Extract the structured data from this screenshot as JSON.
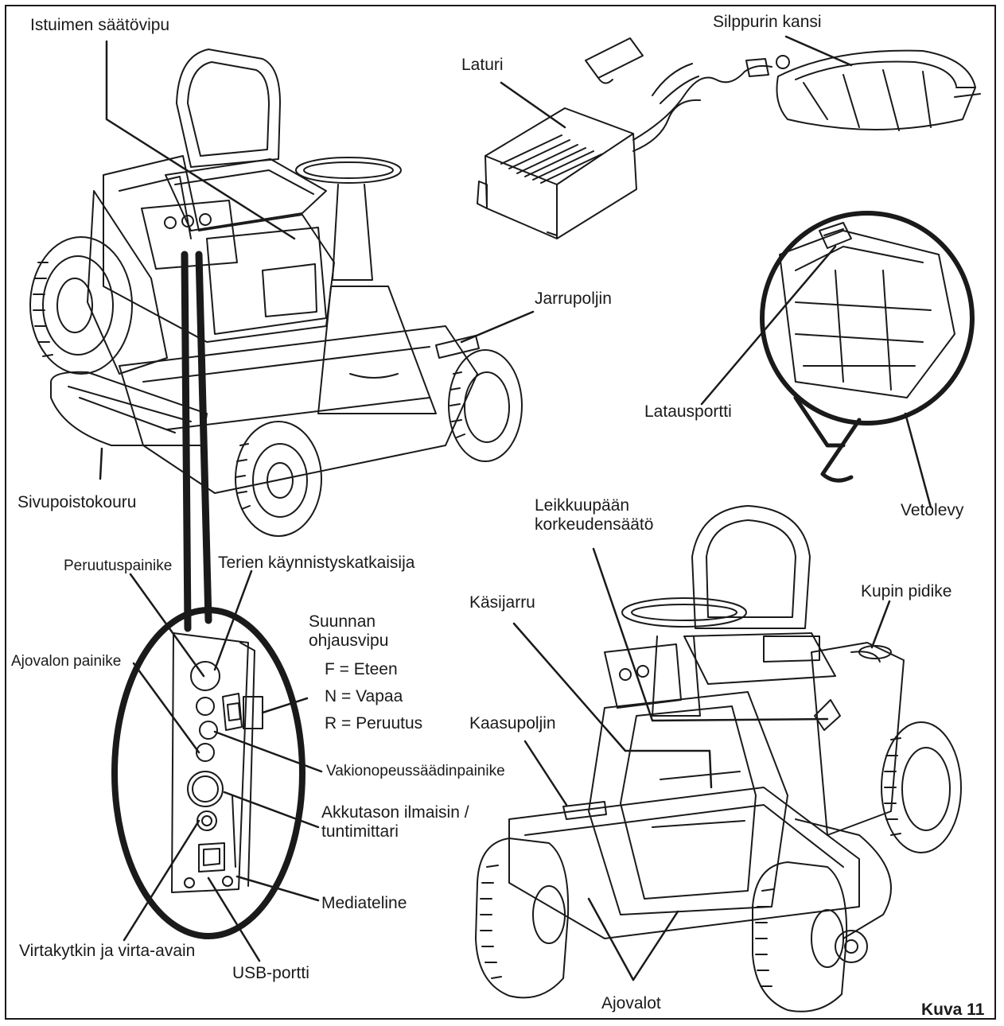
{
  "figure": {
    "caption": "Kuva 11"
  },
  "labels": {
    "seat_adjust_lever": "Istuimen säätövipu",
    "charger": "Laturi",
    "mulch_cover": "Silppurin kansi",
    "brake_pedal": "Jarrupoljin",
    "charging_port": "Latausportti",
    "side_discharge_chute": "Sivupoistokouru",
    "deck_height_adjust": "Leikkuupään\nkorkeudensäätö",
    "tow_plate": "Vetolevy",
    "reverse_button": "Peruutuspainike",
    "blade_switch": "Terien käynnistyskatkaisija",
    "direction_lever": "Suunnan\nohjausvipu",
    "direction_f": "F = Eteen",
    "direction_n": "N = Vapaa",
    "direction_r": "R = Peruutus",
    "headlight_button": "Ajovalon painike",
    "cruise_button": "Vakionopeussäädinpainike",
    "battery_indicator": "Akkutason ilmaisin /\ntuntimittari",
    "media_holder": "Mediateline",
    "power_switch_key": "Virtakytkin ja virta-avain",
    "usb_port": "USB-portti",
    "hand_brake": "Käsijarru",
    "cup_holder": "Kupin pidike",
    "throttle_pedal": "Kaasupoljin",
    "headlights": "Ajovalot"
  }
}
